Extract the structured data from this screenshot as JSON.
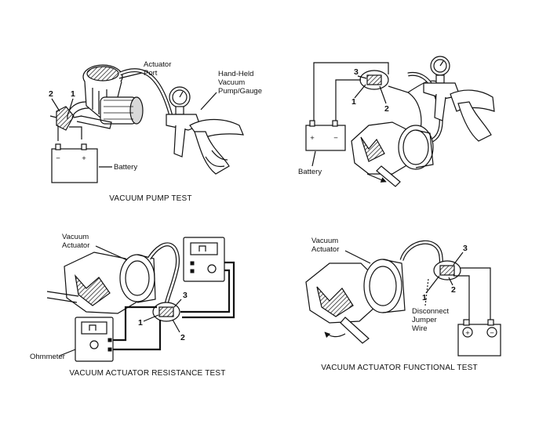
{
  "panels": {
    "vacuum_pump_test": {
      "caption": "VACUUM PUMP TEST",
      "labels": {
        "actuator_port": [
          "Actuator",
          "Port"
        ],
        "pump_gauge": [
          "Hand-Held",
          "Vacuum",
          "Pump/Gauge"
        ],
        "battery": "Battery",
        "terminal_1": "1",
        "terminal_2": "2"
      }
    },
    "pump_test_battery": {
      "labels": {
        "battery": "Battery",
        "terminal_1": "1",
        "terminal_2": "2",
        "terminal_3": "3"
      }
    },
    "resistance_test": {
      "caption": "VACUUM ACTUATOR RESISTANCE TEST",
      "labels": {
        "vacuum_actuator": [
          "Vacuum",
          "Actuator"
        ],
        "ohmmeter": "Ohmmeter",
        "terminal_1": "1",
        "terminal_2": "2",
        "terminal_3": "3"
      }
    },
    "functional_test": {
      "caption": "VACUUM ACTUATOR FUNCTIONAL TEST",
      "labels": {
        "vacuum_actuator": [
          "Vacuum",
          "Actuator"
        ],
        "disconnect": [
          "Disconnect",
          "Jumper",
          "Wire"
        ],
        "terminal_1": "1",
        "terminal_2": "2",
        "terminal_3": "3"
      }
    }
  },
  "symbols": {
    "plus": "+",
    "minus": "−"
  }
}
